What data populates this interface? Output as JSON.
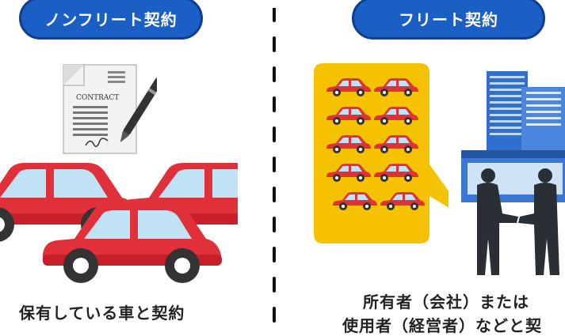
{
  "left": {
    "label": "ノンフリート契約",
    "caption": "保有している車と契約",
    "contract_text": "CONTRACT"
  },
  "right": {
    "label": "フリート契約",
    "caption_line1": "所有者（会社）または",
    "caption_line2": "使用者（経営者）などと契"
  },
  "colors": {
    "pill_bg": "#1a5fc4",
    "car_red": "#e0303a",
    "bubble_yellow": "#f5c200",
    "building_blue": "#2f6fd0"
  }
}
